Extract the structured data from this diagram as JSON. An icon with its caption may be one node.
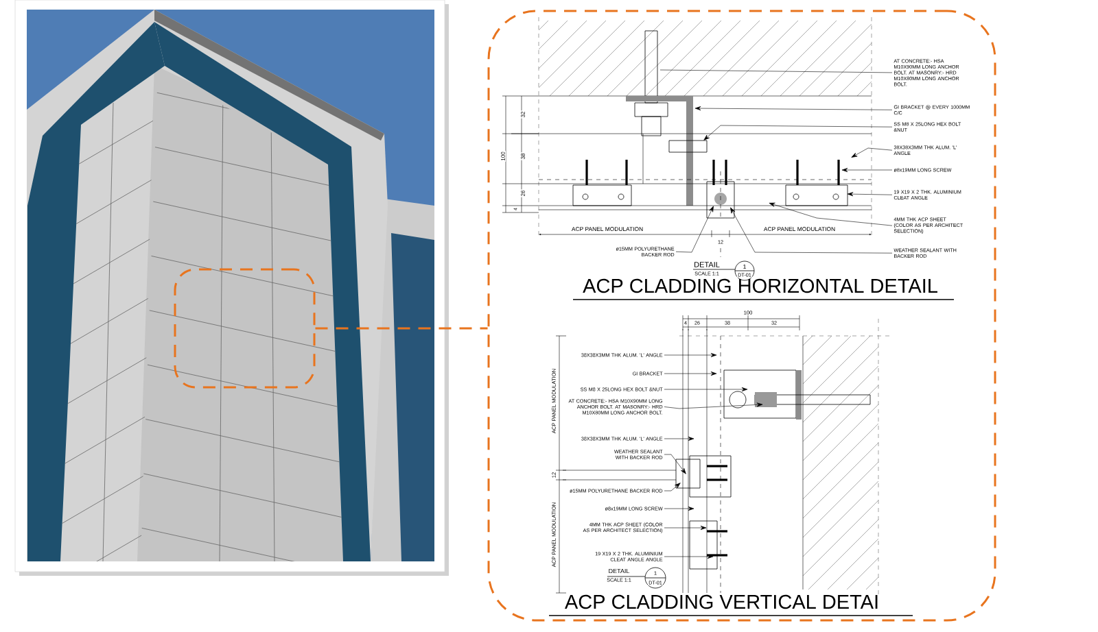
{
  "diagram": {
    "nodes": [
      {
        "text": [],
        "shape": "picture"
      },
      {
        "text": [],
        "shape": "box",
        "in": 0
      },
      {
        "text": [],
        "shape": "box"
      },
      {
        "text": [
          "ACP CLADDING HORIZONTAL DETAIL"
        ],
        "in": 2
      },
      {
        "text": [
          "ACP CLADDING VERTICAL DETAI"
        ],
        "in": 2
      },
      {
        "text": [
          "AT CONCRETE:- HSA M10X90MM LONG ANCHOR BOLT. AT MASONRY:- HRD M10X80MM LONG ANCHOR BOLT."
        ],
        "in": 3
      },
      {
        "text": [
          "GI BRACKET @ EVERY 1000MM C/C"
        ],
        "in": 3
      },
      {
        "text": [
          "SS M8 X 25LONG HEX BOLT &NUT"
        ],
        "in": 3
      },
      {
        "text": [
          "38X38X3MM THK ALUM. 'L' ANGLE"
        ],
        "in": 3
      },
      {
        "text": [
          "ø8x19MM LONG SCREW"
        ],
        "in": 3
      },
      {
        "text": [
          "19 X19 X 2 THK. ALUMINIUM CLEAT ANGLE"
        ],
        "in": 3
      },
      {
        "text": [
          "4MM THK ACP SHEET (COLOR AS PER ARCHITECT SELECTION)"
        ],
        "in": 3
      },
      {
        "text": [
          "WEATHER SEALANT WITH BACKER ROD"
        ],
        "in": 3
      },
      {
        "text": [
          "ø15MM POLYURETHANE BACKER ROD"
        ],
        "in": 3
      },
      {
        "text": [
          "38X38X3MM THK ALUM. 'L' ANGLE"
        ],
        "in": 4
      },
      {
        "text": [
          "GI BRACKET"
        ],
        "in": 4
      },
      {
        "text": [
          "SS M8 X 25LONG HEX BOLT &NUT"
        ],
        "in": 4
      },
      {
        "text": [
          "AT CONCRETE:- HSA M10X90MM LONG ANCHOR BOLT. AT MASONRY:- HRD M10X80MM LONG ANCHOR BOLT."
        ],
        "in": 4
      },
      {
        "text": [
          "38X38X3MM THK ALUM. 'L' ANGLE"
        ],
        "in": 4
      },
      {
        "text": [
          "WEATHER SEALANT WITH BACKER ROD"
        ],
        "in": 4
      },
      {
        "text": [
          "ø15MM POLYURETHANE BACKER ROD"
        ],
        "in": 4
      },
      {
        "text": [
          "ø8x19MM LONG SCREW"
        ],
        "in": 4
      },
      {
        "text": [
          "4MM THK ACP SHEET (COLOR AS PER ARCHITECT SELECTION)"
        ],
        "in": 4
      },
      {
        "text": [
          "19 X19 X 2 THK. ALUMINIUM CLEAT ANGLE ANGLE"
        ],
        "in": 4
      }
    ],
    "edges": [
      {
        "from": 1,
        "to": 2,
        "arrow": "none",
        "style": "dashed",
        "color": "#e8741e"
      },
      {
        "from": 5,
        "to": null,
        "arrow": "none"
      },
      {
        "from": 6,
        "to": null,
        "arrow": "to"
      },
      {
        "from": 7,
        "to": null,
        "arrow": "to"
      },
      {
        "from": 8,
        "to": null,
        "arrow": "to"
      },
      {
        "from": 9,
        "to": null,
        "arrow": "to"
      },
      {
        "from": 10,
        "to": null,
        "arrow": "to"
      },
      {
        "from": 11,
        "to": null,
        "arrow": "to"
      },
      {
        "from": 12,
        "to": null,
        "arrow": "to"
      },
      {
        "from": 13,
        "to": null,
        "arrow": "to"
      },
      {
        "from": 14,
        "to": null,
        "arrow": "to"
      },
      {
        "from": 15,
        "to": null,
        "arrow": "to"
      },
      {
        "from": 16,
        "to": null,
        "arrow": "to"
      },
      {
        "from": 17,
        "to": null,
        "arrow": "to"
      },
      {
        "from": 18,
        "to": null,
        "arrow": "to"
      },
      {
        "from": 19,
        "to": null,
        "arrow": "to"
      },
      {
        "from": 20,
        "to": null,
        "arrow": "to"
      },
      {
        "from": 21,
        "to": null,
        "arrow": "to"
      },
      {
        "from": 22,
        "to": null,
        "arrow": "to"
      },
      {
        "from": 23,
        "to": null,
        "arrow": "to"
      }
    ],
    "labels": [
      "32",
      "38",
      "26",
      "4",
      "100",
      "ACP PANEL MODULATION",
      "12",
      "ACP PANEL MODULATION",
      "DETAIL",
      "SCALE 1:1",
      "1",
      "DT-01",
      "100",
      "4",
      "26",
      "38",
      "32",
      "ACP PANEL MODULATION",
      "12",
      "ACP PANEL MODULATION",
      "DETAIL",
      "SCALE 1:1",
      "1",
      "DT-01"
    ]
  }
}
